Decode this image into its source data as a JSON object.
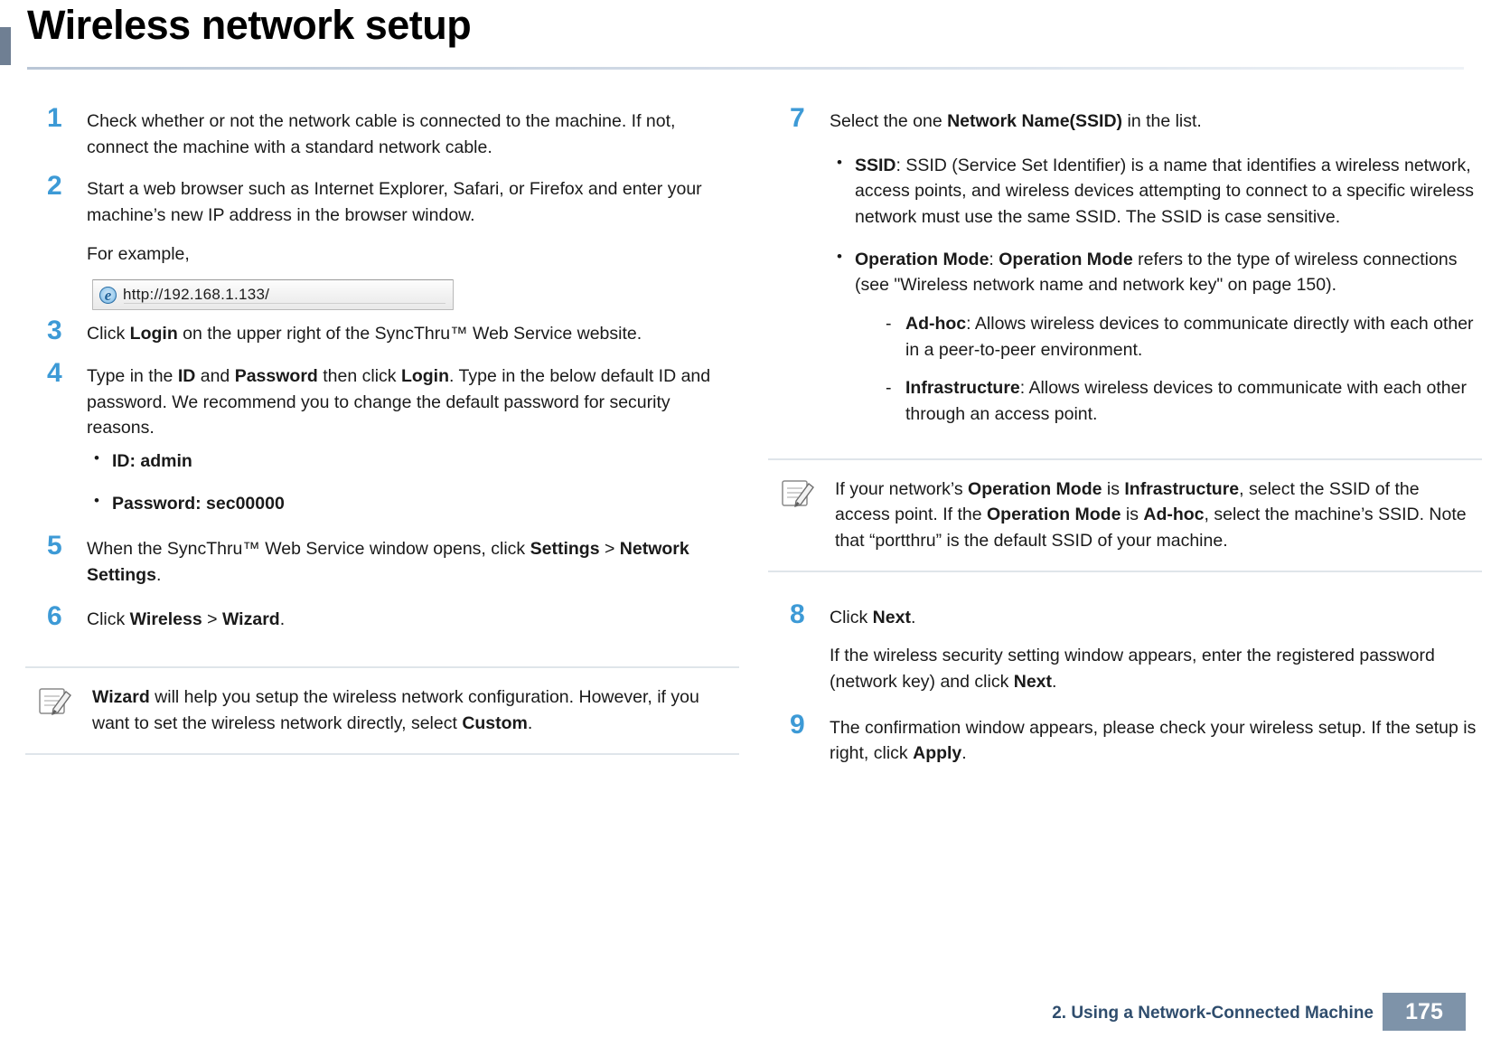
{
  "page": {
    "title": "Wireless network setup",
    "footer_chapter": "2.  Using a Network-Connected Machine",
    "page_number": "175",
    "accent_color": "#3d9ad6",
    "footer_color": "#7e93a9"
  },
  "left_column": {
    "steps": [
      {
        "num": "1",
        "paras": [
          "Check whether or not the network cable is connected to the machine. If not, connect the machine with a standard network cable."
        ]
      },
      {
        "num": "2",
        "paras": [
          "Start a web browser such as Internet Explorer, Safari, or Firefox and enter your machine’s new IP address in the browser window.",
          "For example,"
        ],
        "url_image": {
          "icon": "internet-explorer-icon",
          "text": "http://192.168.1.133/"
        }
      },
      {
        "num": "3",
        "paras_html": "Click <b>Login</b> on the upper right of the SyncThru™ Web Service website."
      },
      {
        "num": "4",
        "paras_html": "Type in the <b>ID</b> and <b>Password</b> then click <b>Login</b>. Type in the below default ID and password. We recommend you to change the default password for security reasons.",
        "bullets": [
          "ID: admin",
          "Password: sec00000"
        ]
      },
      {
        "num": "5",
        "paras_html": "When the SyncThru™ Web Service window opens, click <b>Settings</b> &gt; <b>Network Settings</b>."
      },
      {
        "num": "6",
        "paras_html": "Click <b>Wireless</b> &gt; <b>Wizard</b>."
      }
    ],
    "note": {
      "icon": "note-pencil-icon",
      "text_html": "<b>Wizard</b> will help you setup the wireless network configuration. However, if you want to set the wireless network directly, select <b>Custom</b>."
    }
  },
  "right_column": {
    "step7": {
      "num": "7",
      "heading_html": "Select the one <b>Network Name(SSID)</b> in the list.",
      "bullets": [
        {
          "text_html": "<b>SSID</b>: SSID (Service Set Identifier) is a name that identifies a wireless network, access points, and wireless devices attempting to connect to a specific wireless network must use the same SSID. The SSID is case sensitive."
        },
        {
          "text_html": "<b>Operation Mode</b>: <b>Operation Mode</b> refers to the type of wireless connections (see \"Wireless network name and network key\" on page 150).",
          "sub": [
            "<b>Ad-hoc</b>: Allows wireless devices to communicate directly with each other in a peer-to-peer environment.",
            "<b>Infrastructure</b>: Allows wireless devices to communicate with each other through an access point."
          ]
        }
      ]
    },
    "note": {
      "icon": "note-pencil-icon",
      "text_html": "If your network’s <b>Operation Mode</b> is <b>Infrastructure</b>, select the SSID of the access point. If the <b>Operation Mode</b> is <b>Ad-hoc</b>, select the machine’s SSID. Note that “portthru” is the default SSID of your machine."
    },
    "steps_after": [
      {
        "num": "8",
        "paras_html": "Click <b>Next</b>.",
        "extra_html": "If the wireless security setting window appears, enter the registered password (network key) and click <b>Next</b>."
      },
      {
        "num": "9",
        "paras_html": "The confirmation window appears, please check your wireless setup. If the setup is right, click <b>Apply</b>."
      }
    ]
  }
}
